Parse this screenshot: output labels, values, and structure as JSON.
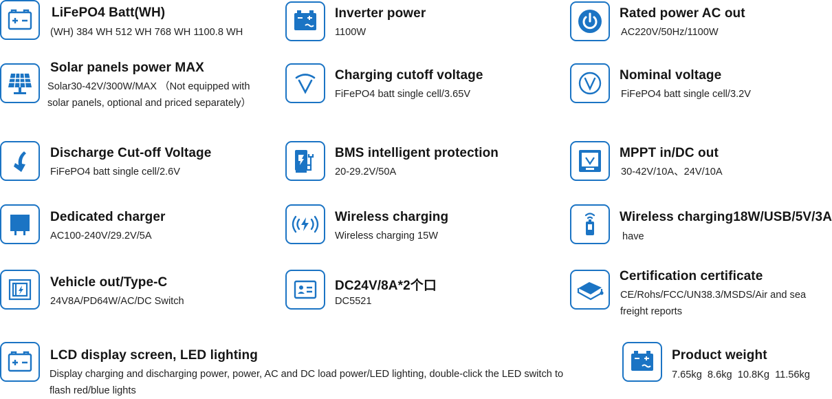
{
  "colors": {
    "accent": "#1b74c4",
    "title": "#151515",
    "text": "#222222"
  },
  "specs": [
    {
      "id": "battery",
      "icon": "battery-icon",
      "title": "LiFePO4 Batt(WH)",
      "desc": "(WH) 384 WH 512 WH 768 WH 1100.8 WH"
    },
    {
      "id": "inverter",
      "icon": "inverter-icon",
      "title": "Inverter power",
      "desc": "1100W"
    },
    {
      "id": "rated-ac",
      "icon": "power-icon",
      "title": "Rated power AC out",
      "desc": "AC220V/50Hz/1100W"
    },
    {
      "id": "solar",
      "icon": "solar-panel-icon",
      "title": "Solar panels power MAX",
      "desc": "Solar30-42V/300W/MAX （Not equipped with solar panels, optional and priced separately）"
    },
    {
      "id": "charge-cutoff",
      "icon": "voltage-v-icon",
      "title": "Charging cutoff voltage",
      "desc": "FiFePO4 batt single cell/3.65V"
    },
    {
      "id": "nominal",
      "icon": "voltage-circle-icon",
      "title": "Nominal voltage",
      "desc": "FiFePO4 batt single cell/3.2V"
    },
    {
      "id": "discharge",
      "icon": "discharge-arrow-icon",
      "title": "Discharge Cut-off Voltage",
      "desc": "FiFePO4 batt single cell/2.6V"
    },
    {
      "id": "bms",
      "icon": "bms-plug-icon",
      "title": "BMS intelligent protection",
      "desc": "20-29.2V/50A"
    },
    {
      "id": "mppt",
      "icon": "monitor-icon",
      "title": "MPPT in/DC out",
      "desc": "30-42V/10A、24V/10A"
    },
    {
      "id": "charger",
      "icon": "charger-icon",
      "title": "Dedicated charger",
      "desc": "AC100-240V/29.2V/5A"
    },
    {
      "id": "wireless",
      "icon": "wireless-charging-icon",
      "title": "Wireless charging",
      "desc": "Wireless charging 15W"
    },
    {
      "id": "wireless-usb",
      "icon": "phone-wireless-icon",
      "title": "Wireless charging18W/USB/5V/3A",
      "desc": "have"
    },
    {
      "id": "vehicle",
      "icon": "vehicle-out-icon",
      "title": "Vehicle out/Type-C",
      "desc": "24V8A/PD64W/AC/DC Switch"
    },
    {
      "id": "dc24v",
      "icon": "id-card-icon",
      "title": "DC24V/8A*2个口",
      "desc": "DC5521"
    },
    {
      "id": "cert",
      "icon": "certificate-icon",
      "title": "Certification certificate",
      "desc": "CE/Rohs/FCC/UN38.3/MSDS/Air and sea freight reports"
    },
    {
      "id": "lcd",
      "icon": "battery-icon",
      "title": "LCD display screen, LED lighting",
      "desc": "Display charging and discharging power, power, AC and DC load power/LED lighting, double-click the LED switch to flash red/blue lights"
    },
    {
      "id": "weight",
      "icon": "battery-wave-icon",
      "title": "Product weight",
      "desc": "7.65kg  8.6kg  10.8Kg  11.56kg"
    }
  ]
}
